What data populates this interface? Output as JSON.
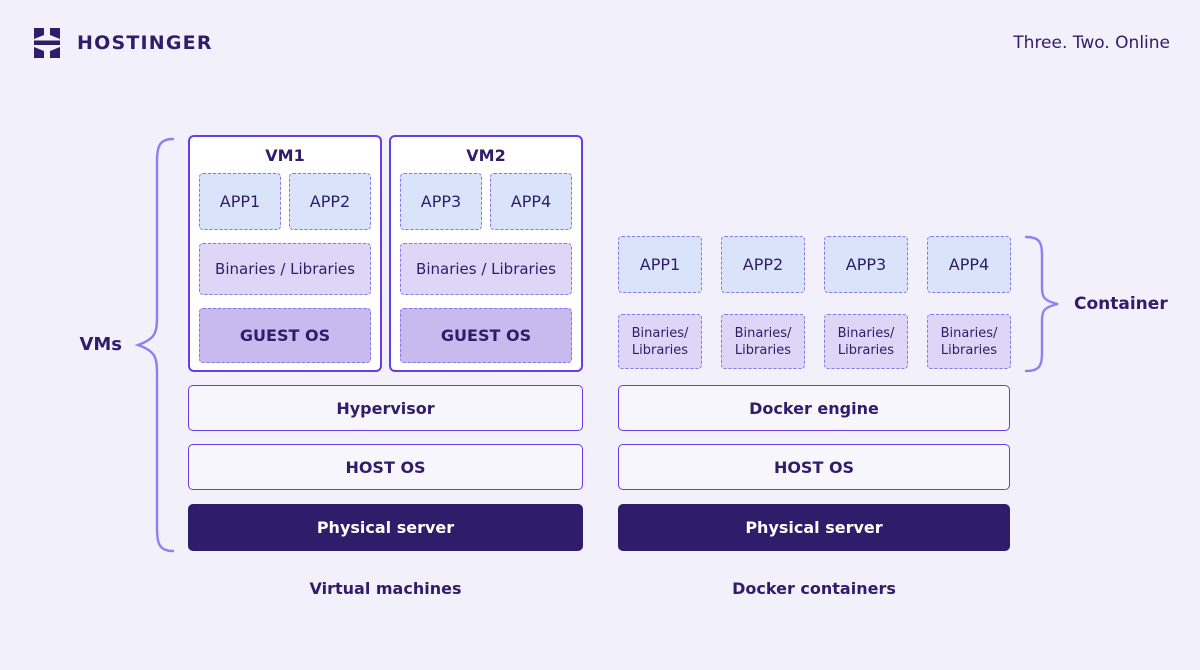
{
  "header": {
    "brand": "HOSTINGER",
    "tagline": "Three. Two. Online"
  },
  "colors": {
    "background": "#f2f0fb",
    "dark_purple": "#2f1c6a",
    "solid_border": "#673de6",
    "dashed_border": "#8677e8",
    "app_fill": "#d9e4fa",
    "binaries_fill": "#ded6f6",
    "guest_os_fill": "#c8baef",
    "server_fill": "#2f1c6a",
    "layer_fill": "#f7f6fd",
    "brace": "#8f80f0"
  },
  "vm_section": {
    "brace_label": "VMs",
    "caption": "Virtual machines",
    "vms": [
      {
        "title": "VM1",
        "apps": [
          "APP1",
          "APP2"
        ],
        "binaries": "Binaries / Libraries",
        "guest_os": "GUEST OS"
      },
      {
        "title": "VM2",
        "apps": [
          "APP3",
          "APP4"
        ],
        "binaries": "Binaries / Libraries",
        "guest_os": "GUEST OS"
      }
    ],
    "layers": [
      "Hypervisor",
      "HOST OS",
      "Physical server"
    ]
  },
  "container_section": {
    "brace_label": "Container",
    "caption": "Docker containers",
    "apps": [
      "APP1",
      "APP2",
      "APP3",
      "APP4"
    ],
    "binaries_line1": "Binaries/",
    "binaries_line2": "Libraries",
    "layers": [
      "Docker engine",
      "HOST OS",
      "Physical server"
    ]
  }
}
